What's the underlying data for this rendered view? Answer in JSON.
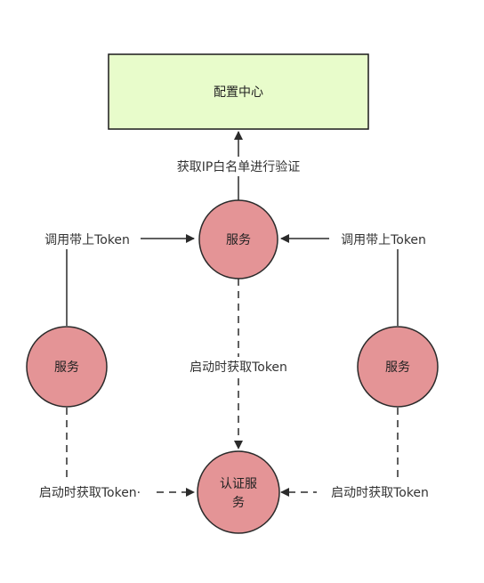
{
  "colors": {
    "config_fill": "#e8fccb",
    "config_stroke": "#1a1a1a",
    "service_fill": "#e49496",
    "service_stroke": "#2a2a2a",
    "edge": "#2b2b2b",
    "label_bg": "#ffffff"
  },
  "nodes": {
    "config_center": "配置中心",
    "service_top": "服务",
    "service_left": "服务",
    "service_right": "服务",
    "auth_service_line1": "认证服",
    "auth_service_line2": "务"
  },
  "edges": {
    "whitelist_check": "获取IP白名单进行验证",
    "call_with_token_left": "调用带上Token",
    "call_with_token_right": "调用带上Token",
    "get_token_on_start_center": "启动时获取Token",
    "get_token_on_start_left": "启动时获取Token·",
    "get_token_on_start_right": "启动时获取Token"
  }
}
